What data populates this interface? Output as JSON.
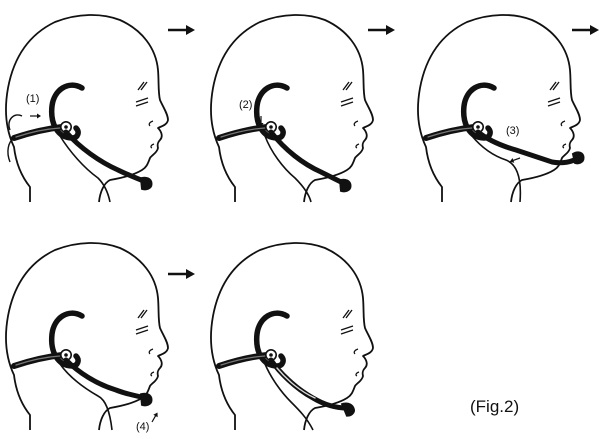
{
  "colors": {
    "line": "#111111",
    "paper": "#ffffff",
    "boom_highlight": "#d9d9d9"
  },
  "steps": [
    {
      "label": "(1)"
    },
    {
      "label": "(2)"
    },
    {
      "label": "(3)"
    },
    {
      "label": "(4)"
    },
    {
      "label": ""
    }
  ],
  "icons": {
    "sequence_arrow": "right-arrow-icon",
    "adjust_arrow": "small-direction-arrow-icon"
  },
  "caption": "(Fig.2)"
}
